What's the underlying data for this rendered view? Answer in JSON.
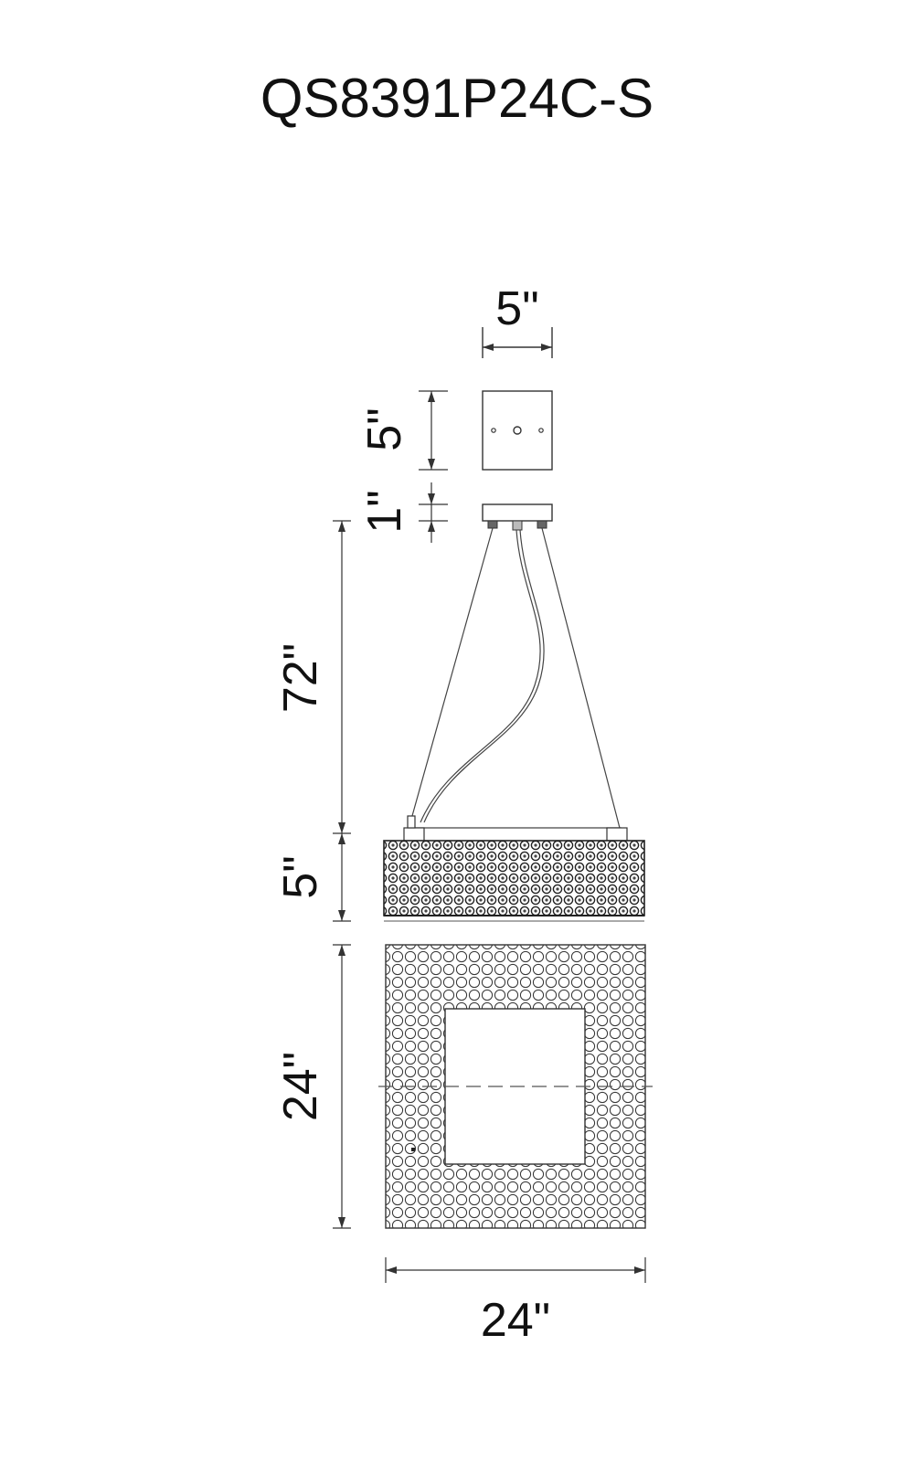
{
  "title": "QS8391P24C-S",
  "dimensions": {
    "canopy_width": "5\"",
    "canopy_height": "5\"",
    "canopy_plate": "1\"",
    "drop_length": "72\"",
    "fixture_height": "5\"",
    "fixture_depth": "24\"",
    "fixture_width": "24\""
  }
}
